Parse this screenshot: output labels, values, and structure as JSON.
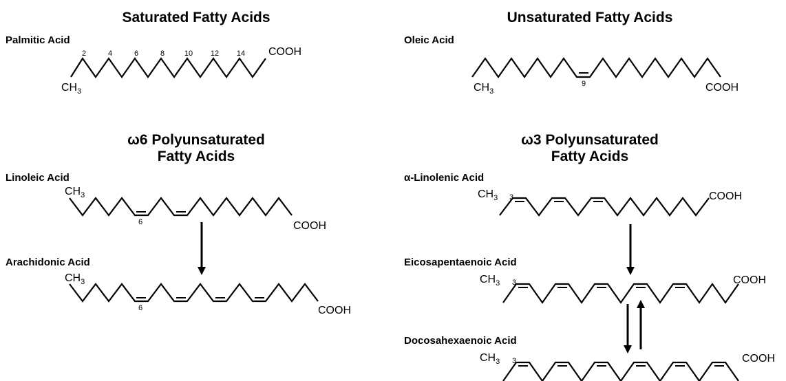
{
  "sections": {
    "saturated": "Saturated Fatty Acids",
    "unsaturated": "Unsaturated Fatty Acids",
    "omega6_line1": "ω6 Polyunsaturated",
    "omega6_line2": "Fatty Acids",
    "omega3_line1": "ω3 Polyunsaturated",
    "omega3_line2": "Fatty Acids"
  },
  "molecules": {
    "palmitic": {
      "name": "Palmitic Acid",
      "numbers": [
        "2",
        "4",
        "6",
        "8",
        "10",
        "12",
        "14"
      ]
    },
    "oleic": {
      "name": "Oleic Acid",
      "numbers": [
        "9"
      ]
    },
    "linoleic": {
      "name": "Linoleic Acid",
      "numbers": [
        "6"
      ]
    },
    "arachidonic": {
      "name": "Arachidonic Acid",
      "numbers": [
        "6"
      ]
    },
    "alpha_linolenic": {
      "name": "α-Linolenic Acid",
      "numbers": [
        "3"
      ]
    },
    "epa": {
      "name": "Eicosapentaenoic Acid",
      "numbers": [
        "3"
      ]
    },
    "dha": {
      "name": "Docosahexaenoic Acid",
      "numbers": [
        "3"
      ]
    }
  },
  "groups": {
    "methyl_main": "CH",
    "methyl_sub": "3",
    "carboxyl": "COOH"
  }
}
